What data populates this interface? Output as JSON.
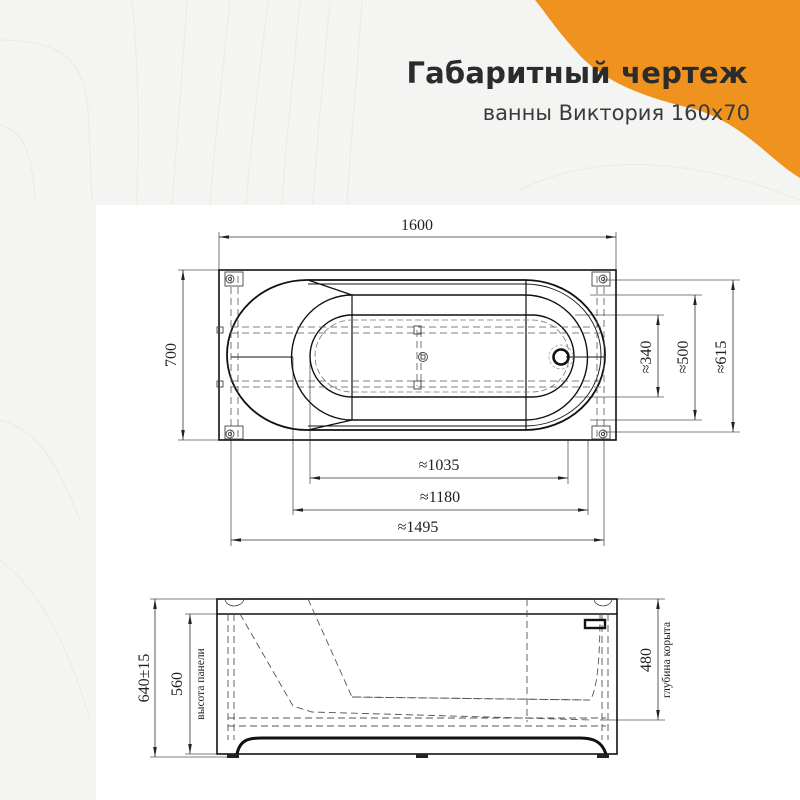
{
  "header": {
    "title": "Габаритный чертеж",
    "subtitle": "ванны Виктория 160х70"
  },
  "colors": {
    "accent_orange": "#f0921e",
    "background": "#f4f4f3",
    "panel": "#ffffff",
    "ink": "#222222"
  },
  "top_view": {
    "length_label": "1600",
    "width_label": "700",
    "inner_widths": [
      {
        "label": "≈340"
      },
      {
        "label": "≈500"
      },
      {
        "label": "≈615"
      }
    ],
    "inner_lengths": [
      {
        "label": "≈1035"
      },
      {
        "label": "≈1180"
      },
      {
        "label": "≈1495"
      }
    ]
  },
  "side_view": {
    "total_height_label": "640±15",
    "panel_height_label": "560",
    "panel_height_caption": "высота панели",
    "basin_depth_label": "480",
    "basin_depth_caption": "глубина корыта"
  }
}
